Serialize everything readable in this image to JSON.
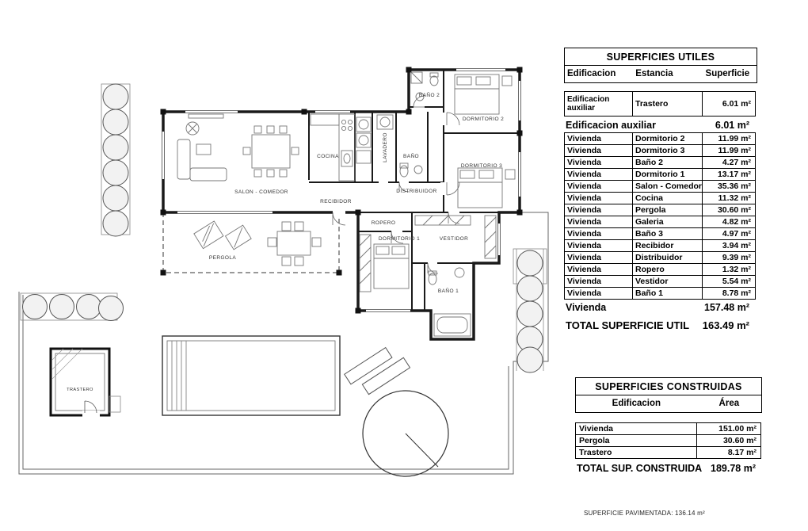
{
  "plan": {
    "labels": {
      "salon_comedor": "SALON - COMEDOR",
      "cocina": "COCINA",
      "lavadero": "LAVADERO",
      "bano": "BAÑO",
      "bano2": "BAÑO 2",
      "dormitorio2": "DORMITORIO 2",
      "dormitorio3": "DORMITORIO 3",
      "recibidor": "RECIBIDOR",
      "distribuidor": "DISTRIBUIDOR",
      "ropero": "ROPERO",
      "dormitorio1": "DORMITORIO 1",
      "vestidor": "VESTIDOR",
      "bano1": "BAÑO 1",
      "pergola": "PERGOLA",
      "trastero": "TRASTERO"
    },
    "footnote": "SUPERFICIE PAVIMENTADA: 136.14 m²"
  },
  "utiles": {
    "title": "SUPERFICIES UTILES",
    "headers": {
      "edificacion": "Edificacion",
      "estancia": "Estancia",
      "superficie": "Superficie"
    },
    "aux_row": {
      "edificacion": "Edificacion auxiliar",
      "estancia": "Trastero",
      "superficie": "6.01 m²"
    },
    "aux_subtotal": {
      "label": "Edificacion auxiliar",
      "value": "6.01 m²"
    },
    "rows": [
      {
        "edificacion": "Vivienda",
        "estancia": "Dormitorio 2",
        "superficie": "11.99 m²"
      },
      {
        "edificacion": "Vivienda",
        "estancia": "Dormitorio 3",
        "superficie": "11.99 m²"
      },
      {
        "edificacion": "Vivienda",
        "estancia": "Baño 2",
        "superficie": "4.27 m²"
      },
      {
        "edificacion": "Vivienda",
        "estancia": "Dormitorio 1",
        "superficie": "13.17 m²"
      },
      {
        "edificacion": "Vivienda",
        "estancia": "Salon - Comedor",
        "superficie": "35.36 m²"
      },
      {
        "edificacion": "Vivienda",
        "estancia": "Cocina",
        "superficie": "11.32 m²"
      },
      {
        "edificacion": "Vivienda",
        "estancia": "Pergola",
        "superficie": "30.60 m²"
      },
      {
        "edificacion": "Vivienda",
        "estancia": "Galeria",
        "superficie": "4.82 m²"
      },
      {
        "edificacion": "Vivienda",
        "estancia": "Baño 3",
        "superficie": "4.97 m²"
      },
      {
        "edificacion": "Vivienda",
        "estancia": "Recibidor",
        "superficie": "3.94 m²"
      },
      {
        "edificacion": "Vivienda",
        "estancia": "Distribuidor",
        "superficie": "9.39 m²"
      },
      {
        "edificacion": "Vivienda",
        "estancia": "Ropero",
        "superficie": "1.32 m²"
      },
      {
        "edificacion": "Vivienda",
        "estancia": "Vestidor",
        "superficie": "5.54 m²"
      },
      {
        "edificacion": "Vivienda",
        "estancia": "Baño 1",
        "superficie": "8.78 m²"
      }
    ],
    "vivienda_subtotal": {
      "label": "Vivienda",
      "value": "157.48 m²"
    },
    "total": {
      "label": "TOTAL SUPERFICIE UTIL",
      "value": "163.49 m²"
    }
  },
  "construidas": {
    "title": "SUPERFICIES CONSTRUIDAS",
    "headers": {
      "edificacion": "Edificacion",
      "area": "Área"
    },
    "rows": [
      {
        "edificacion": "Vivienda",
        "area": "151.00 m²"
      },
      {
        "edificacion": "Pergola",
        "area": "30.60 m²"
      },
      {
        "edificacion": "Trastero",
        "area": "8.17 m²"
      }
    ],
    "total": {
      "label": "TOTAL SUP. CONSTRUIDA",
      "value": "189.78 m²"
    }
  }
}
